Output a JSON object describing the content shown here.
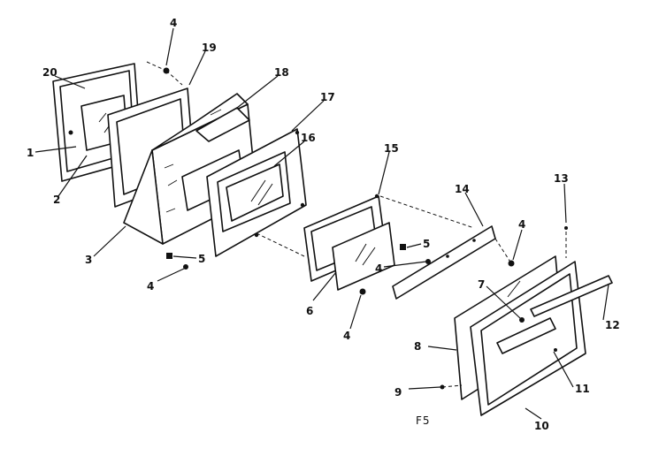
{
  "diagram": {
    "caption": "F5",
    "callouts": {
      "c1": "1",
      "c2": "2",
      "c3": "3",
      "c4a": "4",
      "c4b": "4",
      "c4c": "4",
      "c4d": "4",
      "c4e": "4",
      "c5a": "5",
      "c5b": "5",
      "c6": "6",
      "c7": "7",
      "c8": "8",
      "c9": "9",
      "c10": "10",
      "c11": "11",
      "c12": "12",
      "c13": "13",
      "c14": "14",
      "c15": "15",
      "c16": "16",
      "c17": "17",
      "c18": "18",
      "c19": "19",
      "c20": "20"
    }
  }
}
